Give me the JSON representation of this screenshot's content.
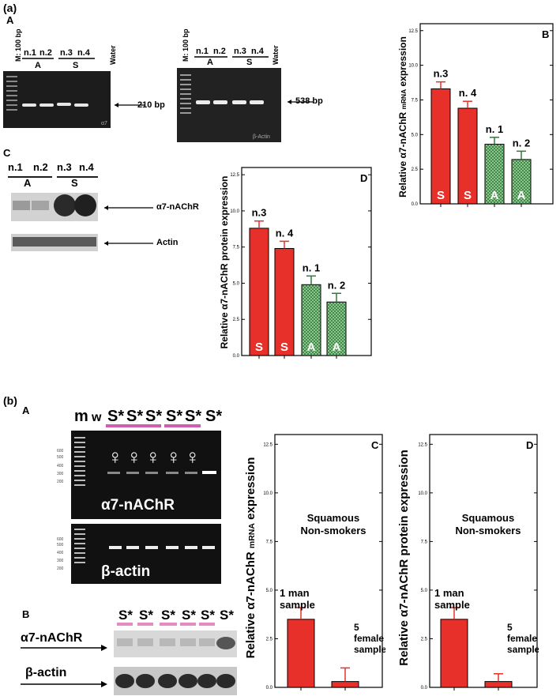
{
  "panel_a": {
    "section_label": "(a)",
    "A": {
      "label": "A",
      "gel1": {
        "marker_label": "M: 100 bp",
        "lanes": [
          "n.1",
          "n.2",
          "n.3",
          "n.4"
        ],
        "groups": [
          "A",
          "S"
        ],
        "water_label": "Water",
        "tag": "α7",
        "size_label": "210  bp"
      },
      "gel2": {
        "marker_label": "M: 100 bp",
        "lanes": [
          "n.1",
          "n.2",
          "n.3",
          "n.4"
        ],
        "groups": [
          "A",
          "S"
        ],
        "water_label": "Water",
        "tag": "β-Actin",
        "size_label": "538 bp"
      }
    },
    "C": {
      "label": "C",
      "lanes": [
        "n.1",
        "n.2",
        "n.3",
        "n.4"
      ],
      "groups": [
        "A",
        "S"
      ],
      "band1_label": "α7-nAChR",
      "band2_label": "Actin"
    }
  },
  "panel_b": {
    "section_label": "(b)",
    "A": {
      "label": "A",
      "lane_labels": [
        "m",
        "w",
        "S*",
        "S*",
        "S*",
        "S*",
        "S*",
        "S*"
      ],
      "ladder_ticks": [
        "600",
        "500",
        "400",
        "300",
        "200"
      ],
      "gel1_label": "α7-nAChR",
      "gel2_label": "β-actin",
      "female_symbol": "♀"
    },
    "B": {
      "label": "B",
      "lane_labels": [
        "S*",
        "S*",
        "S*",
        "S*",
        "S*",
        "S*"
      ],
      "band1_label": "α7-nAChR",
      "band2_label": "β-actin"
    }
  },
  "chart_data": [
    {
      "id": "a-B",
      "type": "bar",
      "panel_label": "B",
      "ylabel_main": "Relative α7-nAChR ",
      "ylabel_small": "mRNA",
      "ylabel_tail": " expression",
      "ylim": [
        0,
        13
      ],
      "yticks": [
        "0.0",
        "2.5",
        "5.0",
        "7.5",
        "10.0",
        "12.5"
      ],
      "categories": [
        "n.3",
        "n. 4",
        "n. 1",
        "n. 2"
      ],
      "bar_labels": [
        "S",
        "S",
        "A",
        "A"
      ],
      "values": [
        8.3,
        6.9,
        4.3,
        3.2
      ],
      "errors": [
        0.5,
        0.5,
        0.5,
        0.6
      ],
      "colors": [
        "#e8302b",
        "#e8302b",
        "#2f7a38",
        "#2f7a38"
      ]
    },
    {
      "id": "a-D",
      "type": "bar",
      "panel_label": "D",
      "ylabel_main": "Relative α7-nAChR protein expression",
      "ylim": [
        0,
        13
      ],
      "yticks": [
        "0.0",
        "2.5",
        "5.0",
        "7.5",
        "10.0",
        "12.5"
      ],
      "categories": [
        "n.3",
        "n. 4",
        "n. 1",
        "n. 2"
      ],
      "bar_labels": [
        "S",
        "S",
        "A",
        "A"
      ],
      "values": [
        8.8,
        7.4,
        4.9,
        3.7
      ],
      "errors": [
        0.5,
        0.5,
        0.6,
        0.6
      ],
      "colors": [
        "#e8302b",
        "#e8302b",
        "#2f7a38",
        "#2f7a38"
      ]
    },
    {
      "id": "b-C",
      "type": "bar",
      "panel_label": "C",
      "ylabel_main": "Relative α7-nAChR ",
      "ylabel_small": "mRNA",
      "ylabel_tail": " expression",
      "ylim": [
        0,
        13
      ],
      "yticks": [
        "0.0",
        "2.5",
        "5.0",
        "7.5",
        "10.0",
        "12.5"
      ],
      "annotation_title": [
        "Squamous",
        "Non-smokers"
      ],
      "category_labels": [
        [
          "1 man",
          "sample"
        ],
        [
          "5",
          "female",
          "samples"
        ]
      ],
      "values": [
        3.5,
        0.3
      ],
      "errors": [
        0.6,
        0.7
      ],
      "colors": [
        "#e8302b",
        "#e8302b"
      ]
    },
    {
      "id": "b-D",
      "type": "bar",
      "panel_label": "D",
      "ylabel_main": "Relative α7-nAChR protein expression",
      "ylim": [
        0,
        13
      ],
      "yticks": [
        "0.0",
        "2.5",
        "5.0",
        "7.5",
        "10.0",
        "12.5"
      ],
      "annotation_title": [
        "Squamous",
        "Non-smokers"
      ],
      "category_labels": [
        [
          "1 man",
          "sample"
        ],
        [
          "5",
          "female",
          "samples"
        ]
      ],
      "values": [
        3.5,
        0.3
      ],
      "errors": [
        0.6,
        0.4
      ],
      "colors": [
        "#e8302b",
        "#e8302b"
      ]
    }
  ]
}
